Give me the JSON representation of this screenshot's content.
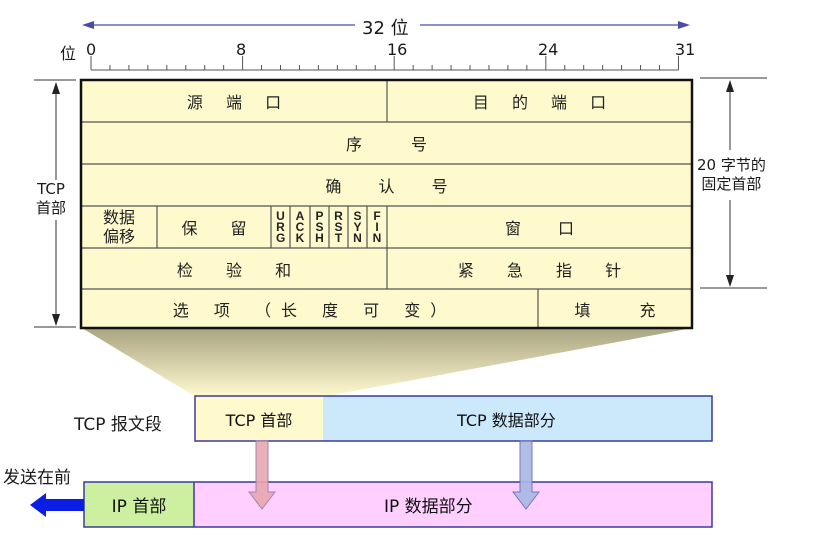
{
  "title": "32 位",
  "bit_axis": {
    "unit_label": "位",
    "ticks": [
      "0",
      "8",
      "16",
      "24",
      "31"
    ]
  },
  "left_bracket_label": [
    "TCP",
    "首部"
  ],
  "right_bracket_label": [
    "20 字节的",
    "固定首部"
  ],
  "header_fields": {
    "source_port": "源 端 口",
    "dest_port": "目 的 端 口",
    "seq": "序 号",
    "ack_num": "确 认 号",
    "data_offset": [
      "数据",
      "偏移"
    ],
    "reserved": "保 留",
    "flags": [
      {
        "name": "URG",
        "letters": [
          "U",
          "R",
          "G"
        ]
      },
      {
        "name": "ACK",
        "letters": [
          "A",
          "C",
          "K"
        ]
      },
      {
        "name": "PSH",
        "letters": [
          "P",
          "S",
          "H"
        ]
      },
      {
        "name": "RST",
        "letters": [
          "R",
          "S",
          "T"
        ]
      },
      {
        "name": "SYN",
        "letters": [
          "S",
          "Y",
          "N"
        ]
      },
      {
        "name": "FIN",
        "letters": [
          "F",
          "I",
          "N"
        ]
      }
    ],
    "window": "窗 口",
    "checksum": "检 验 和",
    "urgent_pointer": "紧 急 指 针",
    "options": "选 项 （长 度 可 变）",
    "padding": "填 充"
  },
  "segment": {
    "label": "TCP 报文段",
    "header": "TCP 首部",
    "data": "TCP 数据部分"
  },
  "ip_packet": {
    "send_first": "发送在前",
    "header": "IP 首部",
    "data": "IP 数据部分"
  },
  "colors": {
    "header_fill": "#fffacd",
    "tcp_data_fill": "#cce8fb",
    "ip_header_fill": "#ccf0a0",
    "ip_data_fill": "#ffd0ff",
    "box_border": "#3a3aa0",
    "axis_arrow": "#4a4aa8",
    "send_arrow": "#0a1ee6",
    "down_arrow_red": "#e8a8b0",
    "down_arrow_blue": "#a8b8e4"
  }
}
